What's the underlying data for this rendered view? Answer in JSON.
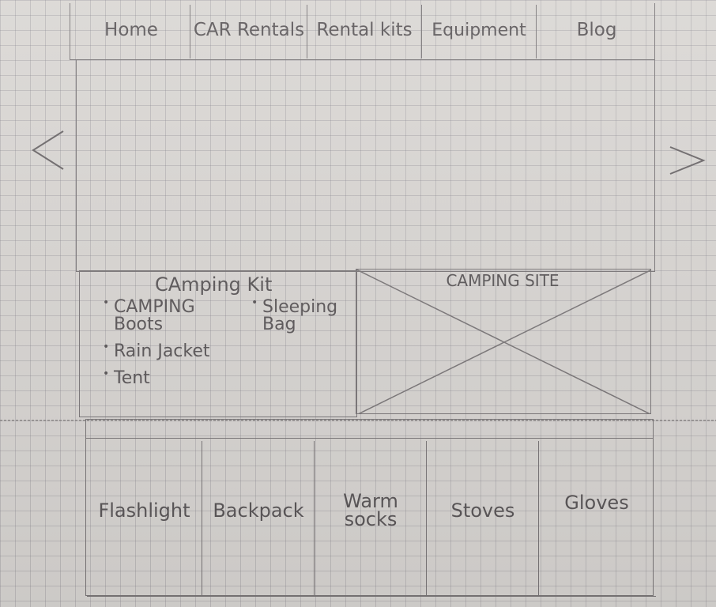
{
  "nav": {
    "items": [
      {
        "id": "home",
        "label": "Home"
      },
      {
        "id": "car-rentals",
        "label": "CAR Rentals"
      },
      {
        "id": "rental-kits",
        "label": "Rental kits"
      },
      {
        "id": "equipment",
        "label": "Equipment"
      },
      {
        "id": "blog",
        "label": "Blog"
      }
    ]
  },
  "carousel": {
    "prev_icon": "chevron-left-icon",
    "next_icon": "chevron-right-icon"
  },
  "camping_kit": {
    "title": "CAmping Kit",
    "items_left": [
      "CAMPING Boots",
      "Rain Jacket",
      "Tent"
    ],
    "items_right": [
      "Sleeping Bag"
    ]
  },
  "camping_site": {
    "label": "CAMPING SITE"
  },
  "equipment_row": {
    "items": [
      "Flashlight",
      "Backpack",
      "Warm socks",
      "Stoves",
      "Gloves"
    ]
  }
}
